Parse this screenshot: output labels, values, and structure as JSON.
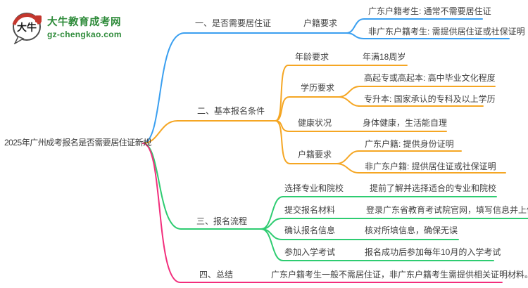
{
  "site": {
    "logo_title": "大牛教育成考网",
    "logo_domain": "gz-chengkao.com",
    "logo_icon_text": "大牛"
  },
  "colors": {
    "blue": "#3a9ff0",
    "orange": "#f5a623",
    "green": "#2ecc71",
    "pink": "#f22e7c",
    "text": "#3f3f3f",
    "logo_green": "#2e8b3a",
    "logo_red": "#c4372e",
    "logo_outline": "#4d4d4d"
  },
  "mindmap": {
    "root": {
      "label": "2025年广州成考报名是否需要居住证新规"
    },
    "branches": [
      {
        "label": "一、是否需要居住证",
        "children": [
          {
            "label": "户籍要求",
            "children": [
              {
                "label": "广东户籍考生: 通常不需要居住证"
              },
              {
                "label": "非广东户籍考生: 需提供居住证或社保证明"
              }
            ]
          }
        ]
      },
      {
        "label": "二、基本报名条件",
        "children": [
          {
            "label": "年龄要求",
            "children": [
              {
                "label": "年满18周岁"
              }
            ]
          },
          {
            "label": "学历要求",
            "children": [
              {
                "label": "高起专或高起本: 高中毕业文化程度"
              },
              {
                "label": "专升本: 国家承认的专科及以上学历"
              }
            ]
          },
          {
            "label": "健康状况",
            "children": [
              {
                "label": "身体健康，生活能自理"
              }
            ]
          },
          {
            "label": "户籍要求",
            "children": [
              {
                "label": "广东户籍: 提供身份证明"
              },
              {
                "label": "非广东户籍: 提供居住证或社保证明"
              }
            ]
          }
        ]
      },
      {
        "label": "三、报名流程",
        "children": [
          {
            "label": "选择专业和院校",
            "children": [
              {
                "label": "提前了解并选择适合的专业和院校"
              }
            ]
          },
          {
            "label": "提交报名材料",
            "children": [
              {
                "label": "登录广东省教育考试院官网，填写信息并上传证件"
              }
            ]
          },
          {
            "label": "确认报名信息",
            "children": [
              {
                "label": "核对所填信息，确保无误"
              }
            ]
          },
          {
            "label": "参加入学考试",
            "children": [
              {
                "label": "报名成功后参加每年10月的入学考试"
              }
            ]
          }
        ]
      },
      {
        "label": "四、总结",
        "children": [
          {
            "label": "广东户籍考生一般不需居住证，非广东户籍考生需提供相关证明材料。"
          }
        ]
      }
    ]
  }
}
